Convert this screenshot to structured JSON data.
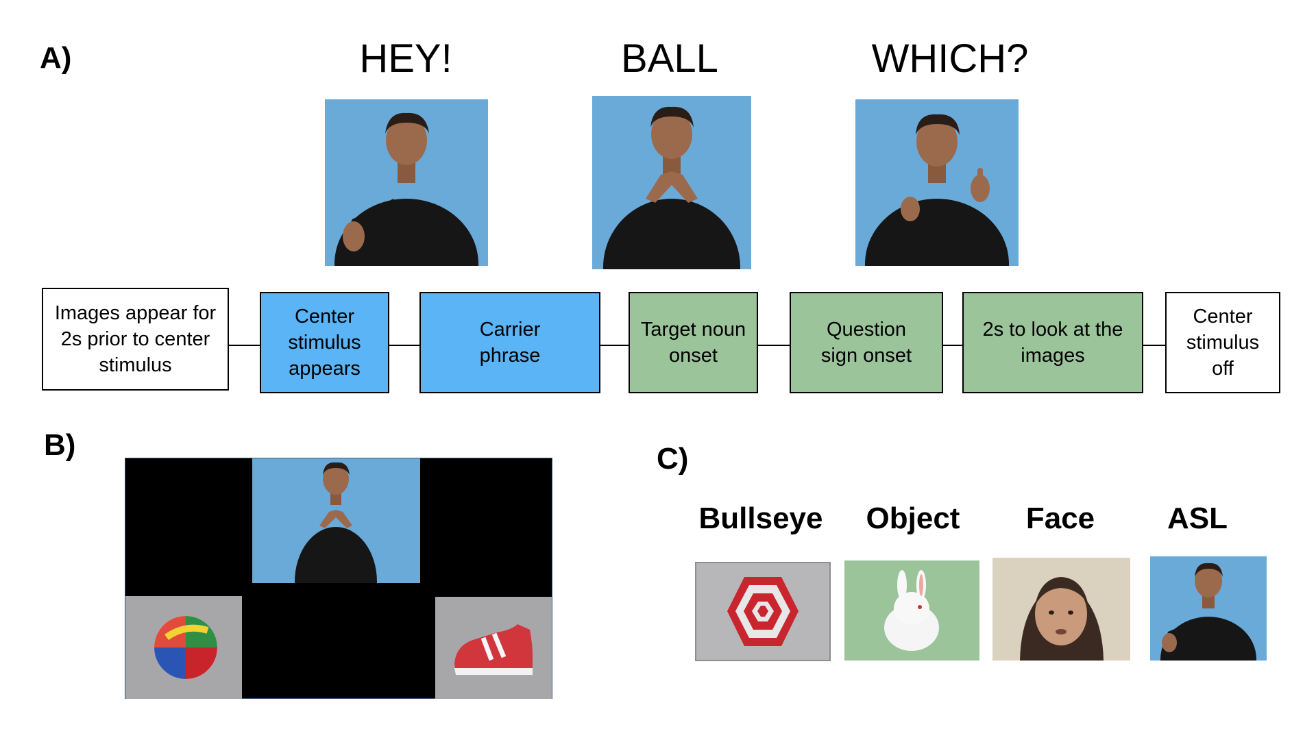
{
  "panels": {
    "a": "A)",
    "b": "B)",
    "c": "C)"
  },
  "sign_words": [
    "HEY!",
    "BALL",
    "WHICH?"
  ],
  "timeline": [
    {
      "text": "Images appear for 2s prior to center stimulus",
      "color": "#ffffff"
    },
    {
      "text": "Center stimulus appears",
      "color": "#5bb4f5"
    },
    {
      "text": "Carrier phrase",
      "color": "#5bb4f5"
    },
    {
      "text": "Target noun onset",
      "color": "#9cc49b"
    },
    {
      "text": "Question sign onset",
      "color": "#9cc49b"
    },
    {
      "text": "2s to look at the images",
      "color": "#9cc49b"
    },
    {
      "text": "Center stimulus off",
      "color": "#ffffff"
    }
  ],
  "conditions": [
    "Bullseye",
    "Object",
    "Face",
    "ASL"
  ],
  "colors": {
    "photo_background": "#6aaad9",
    "blue_box": "#5bb4f5",
    "green_box": "#9cc49b",
    "screen_black": "#000000",
    "gray_panel": "#a7a6a9",
    "bullseye_red": "#c8252e",
    "object_green": "#9cc49b"
  }
}
